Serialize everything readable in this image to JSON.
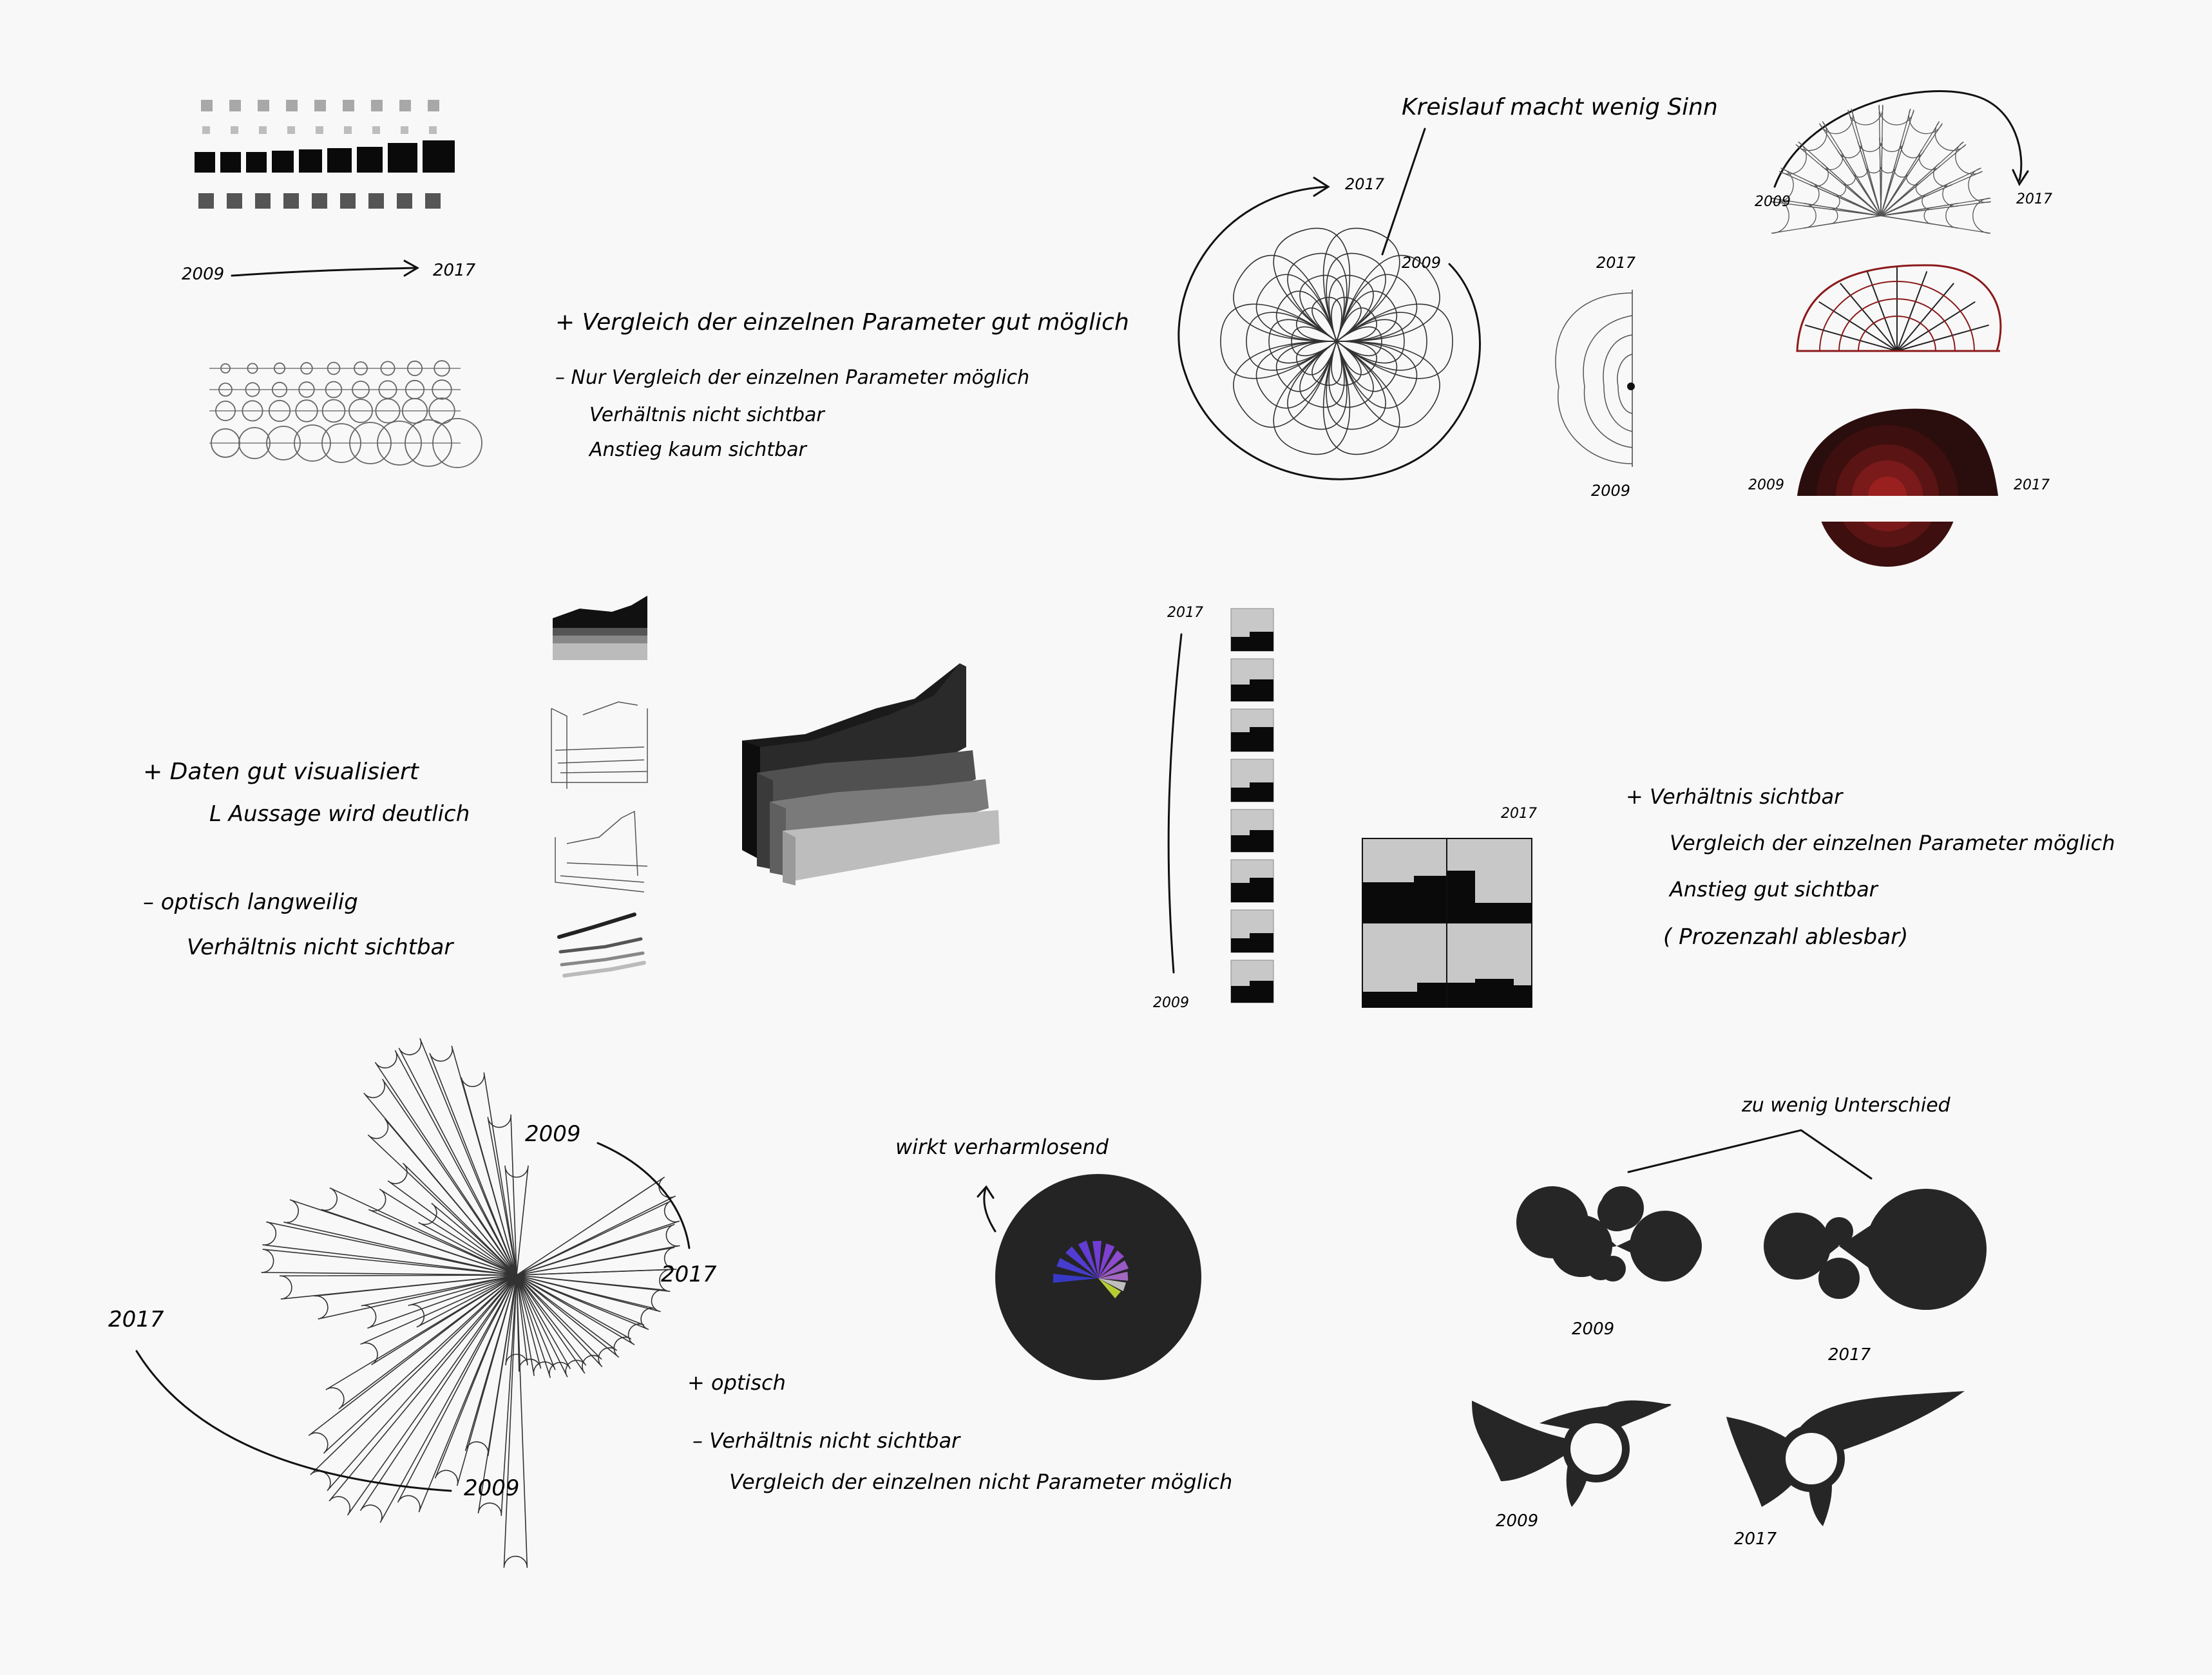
{
  "colors": {
    "ink": "#111111",
    "paper": "#f8f8f8",
    "dark": "#2a2a2a",
    "red": "#8b1a1a",
    "violet": "#7b3fe0",
    "lime": "#c8e034"
  },
  "sketch1": {
    "year_start": "2009",
    "year_end": "2017",
    "pros": "+  Vergleich der einzelnen Parameter gut möglich",
    "cons": [
      "–  Nur Vergleich der einzelnen Parameter möglich",
      "Verhältnis nicht  sichtbar",
      "Anstieg kaum sichtbar"
    ]
  },
  "sketch2": {
    "note": "Kreislauf macht wenig Sinn",
    "spiral_end": "2017",
    "spiral_start": "2009",
    "half_top": "2017",
    "half_bottom": "2009",
    "semi_left": "2009",
    "semi_right": "2017",
    "red_left": "2009",
    "red_right": "2017"
  },
  "sketch3": {
    "pros": [
      "+  Daten gut visualisiert",
      "L Aussage wird deutlich"
    ],
    "cons": [
      "–  optisch  langweilig",
      "Verhältnis nicht  sichtbar"
    ]
  },
  "sketch4": {
    "year_top": "2017",
    "year_bottom": "2009",
    "grid_year": "2017",
    "notes": [
      "+  Verhältnis sichtbar",
      "Vergleich der einzelnen Parameter möglich",
      "Anstieg gut sichtbar",
      "( Prozenzahl ablesbar)"
    ]
  },
  "sketch5": {
    "label_2009_top": "2009",
    "label_2017_right": "2017",
    "label_2017_left": "2017",
    "label_2009_bottom": "2009",
    "circle_note": "wirkt verharmlosend",
    "pros": "+   optisch",
    "cons": [
      "–  Verhältnis nicht  sichtbar",
      "Vergleich der einzelnen nicht Parameter möglich"
    ]
  },
  "sketch6": {
    "note": "zu wenig Unterschied",
    "a": "2009",
    "b": "2017",
    "c": "2009",
    "d": "2017"
  }
}
